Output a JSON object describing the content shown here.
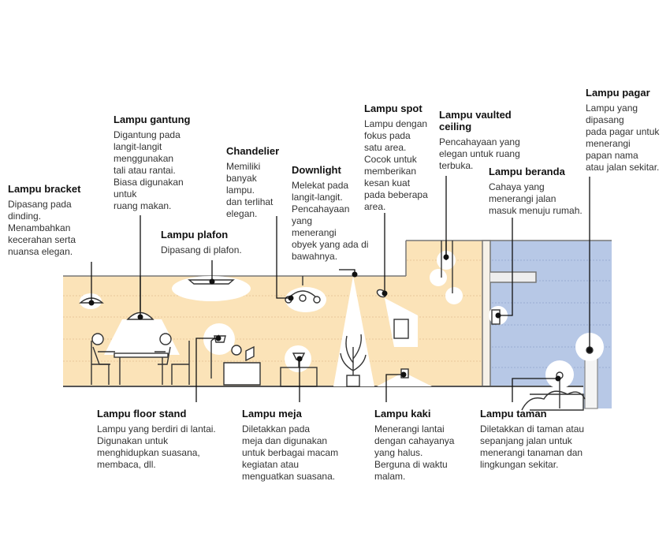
{
  "labels": {
    "bracket": {
      "title": "Lampu bracket",
      "desc": "Dipasang pada\ndinding.\nMenambahkan\nkecerahan serta\nnuansa elegan."
    },
    "gantung": {
      "title": "Lampu gantung",
      "desc": "Digantung pada\nlangit-langit\nmenggunakan\ntali atau rantai.\nBiasa digunakan\nuntuk\nruang makan."
    },
    "plafon": {
      "title": "Lampu plafon",
      "desc": "Dipasang di plafon."
    },
    "chandelier": {
      "title": "Chandelier",
      "desc": "Memiliki\nbanyak\nlampu.\ndan terlihat\nelegan."
    },
    "downlight": {
      "title": "Downlight",
      "desc": "Melekat pada\nlangit-langit.\nPencahayaan\nyang\nmenerangi\nobyek yang ada di\nbawahnya."
    },
    "spot": {
      "title": "Lampu spot",
      "desc": "Lampu dengan\nfokus pada\nsatu area.\nCocok untuk\nmemberikan\nkesan kuat\npada beberapa\narea."
    },
    "vaulted": {
      "title": "Lampu vaulted\nceiling",
      "desc": "Pencahayaan yang\nelegan untuk ruang\nterbuka."
    },
    "beranda": {
      "title": "Lampu beranda",
      "desc": "Cahaya yang\nmenerangi jalan\nmasuk menuju rumah."
    },
    "pagar": {
      "title": "Lampu pagar",
      "desc": "Lampu yang\ndipasang\npada pagar untuk\nmenerangi\npapan nama\natau jalan sekitar."
    },
    "floor": {
      "title": "Lampu floor stand",
      "desc": "Lampu yang berdiri di lantai.\nDigunakan untuk\nmenghidupkan suasana,\nmembaca, dll."
    },
    "meja": {
      "title": "Lampu meja",
      "desc": "Diletakkan pada\nmeja dan digunakan\nuntuk berbagai macam\nkegiatan atau\nmenguatkan suasana."
    },
    "kaki": {
      "title": "Lampu kaki",
      "desc": "Menerangi lantai\ndengan cahayanya\nyang halus.\nBerguna di waktu\nmalam."
    },
    "taman": {
      "title": "Lampu taman",
      "desc": "Diletakkan di taman atau\nsepanjang jalan untuk\nmenerangi tanaman dan\nlingkungan sekitar."
    }
  },
  "colors": {
    "interior": "#fbe3b8",
    "exterior": "#b7c8e6",
    "glow": "#ffffff",
    "line": "#222222",
    "floor": "#555555"
  }
}
